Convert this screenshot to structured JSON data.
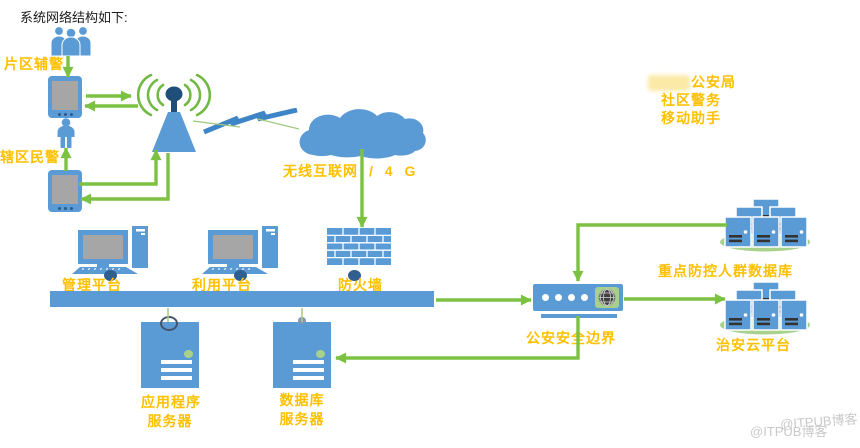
{
  "title": "系统网络结构如下:",
  "left_branch": {
    "aux_police_label": "片区辅警",
    "police_label": "辖区民警"
  },
  "network": {
    "wireless_label": "无线互联网",
    "wireless_suffix": "/ 4 G",
    "mgmt_label": "管理平台",
    "use_label": "利用平台",
    "firewall_label": "防火墙"
  },
  "servers": {
    "app_line1": "应用程序",
    "app_line2": "服务器",
    "db_line1": "数据库",
    "db_line2": "服务器"
  },
  "right_branch": {
    "boundary_label": "公安安全边界",
    "key_db_label": "重点防控人群数据库",
    "cloud_platform_label": "治安云平台"
  },
  "annotation": {
    "line1_suffix": "公安局",
    "line2": "社区警务",
    "line3": "移动助手"
  },
  "watermark": "@ITPUB博客",
  "colors": {
    "node_blue": "#5b9bd5",
    "navy": "#1f4e79",
    "arrow_green": "#7cc142",
    "pale_green": "#a9d18e",
    "label_yellow": "#ffc000",
    "screen_gray": "#a6a6a6",
    "bolt_blue": "#3d85c6",
    "watermark_gray": "#c9c9c9"
  }
}
